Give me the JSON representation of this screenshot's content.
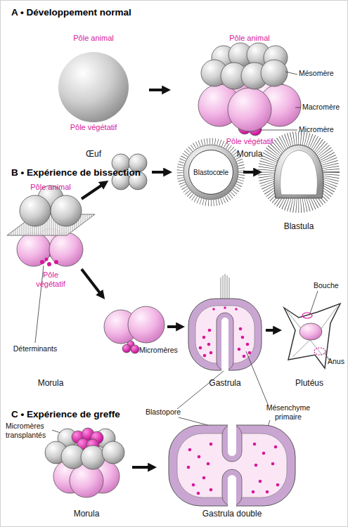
{
  "diagram": {
    "nodes": [
      {
        "text": [
          "Blastocœle"
        ]
      }
    ],
    "labels": [
      "A • Développement normal",
      "Pôle animal",
      "Pôle animal",
      "Mésomère",
      "Macromère",
      "Pôle végétatif",
      "Micromère",
      "Pôle végétatif",
      "Œuf",
      "Morula",
      "B • Expérience de bissection",
      "Pôle animal",
      "Blastula",
      "Pôle végétatif",
      "Bouche",
      "Déterminants",
      "Micromères",
      "Anus",
      "Morula",
      "Gastrula",
      "Plutéus",
      "Blastopore",
      "Mésenchyme primaire",
      "C • Expérience de greffe",
      "Micromères transplantés",
      "Morula",
      "Gastrula double"
    ]
  }
}
